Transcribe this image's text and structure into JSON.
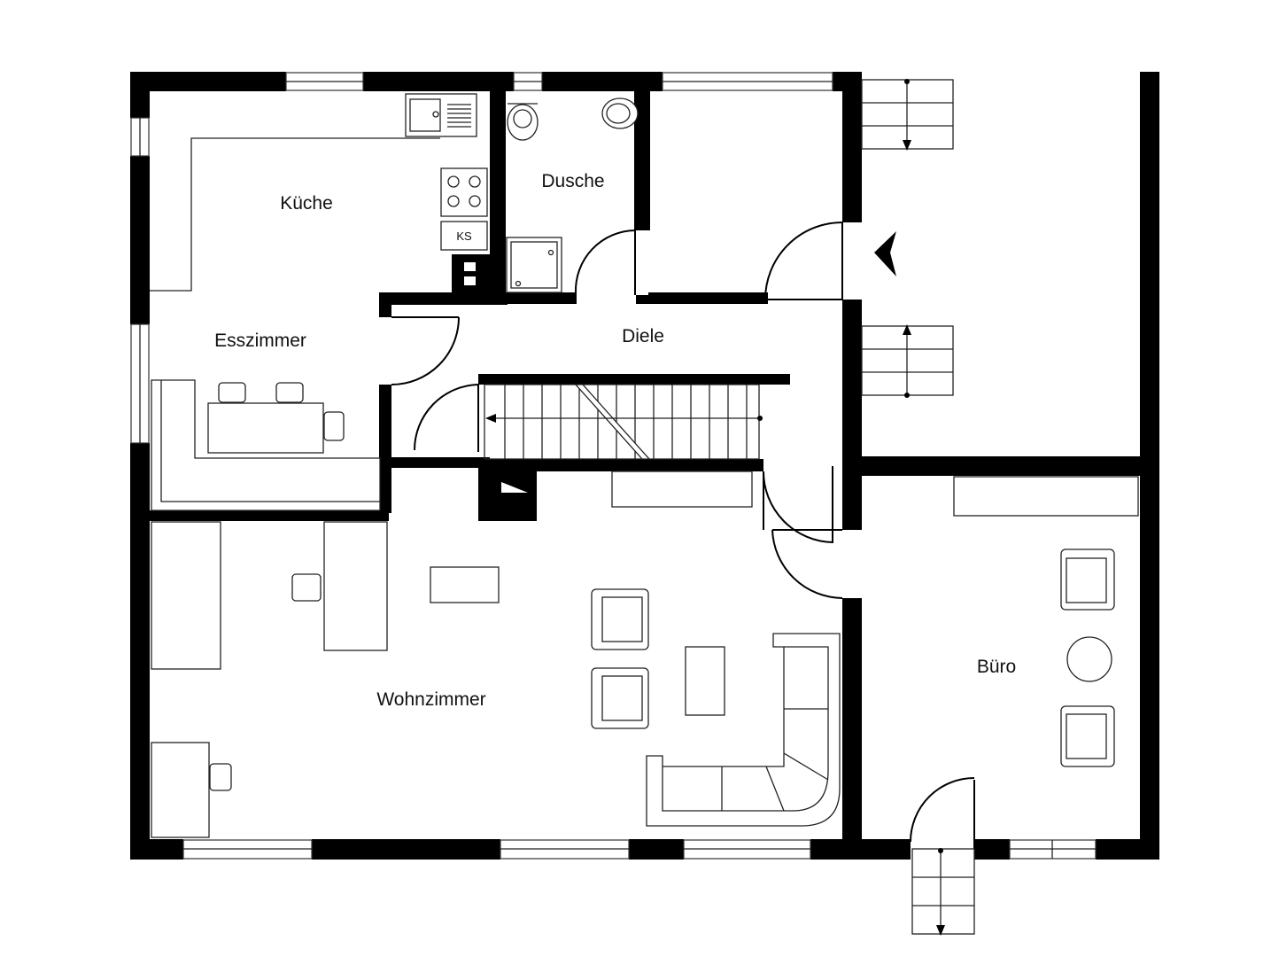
{
  "rooms": {
    "kueche": "Küche",
    "dusche": "Dusche",
    "esszimmer": "Esszimmer",
    "diele": "Diele",
    "wohnzimmer": "Wohnzimmer",
    "buero": "Büro"
  },
  "fixtures": {
    "fridge": "KS"
  },
  "icons": {
    "entrance": "entrance-arrow-icon",
    "stairs": "stair-arrow-icon"
  },
  "colors": {
    "wall": "#000000",
    "line": "#222222",
    "background": "#ffffff"
  }
}
